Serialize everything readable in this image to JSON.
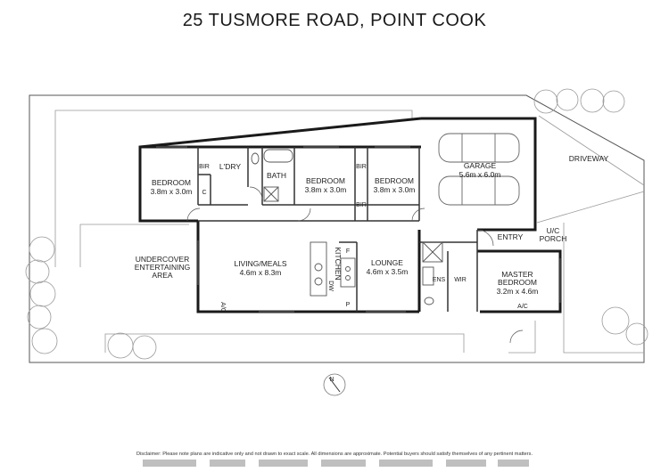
{
  "title": "25 TUSMORE ROAD, POINT COOK",
  "rooms": {
    "bedroom_left": {
      "name": "BEDROOM",
      "dim": "3.8m x 3.0m"
    },
    "laundry": {
      "name": "L'DRY"
    },
    "bath": {
      "name": "BATH"
    },
    "bedroom_mid": {
      "name": "BEDROOM",
      "dim": "3.8m x 3.0m"
    },
    "bedroom_right": {
      "name": "BEDROOM",
      "dim": "3.8m x 3.0m"
    },
    "garage": {
      "name": "GARAGE",
      "dim": "5.6m x 6.0m"
    },
    "driveway": {
      "name": "DRIVEWAY"
    },
    "entry": {
      "name": "ENTRY"
    },
    "porch": {
      "line1": "U/C",
      "line2": "PORCH"
    },
    "undercover": {
      "line1": "UNDERCOVER",
      "line2": "ENTERTAINING",
      "line3": "AREA"
    },
    "living": {
      "name": "LIVING/MEALS",
      "dim": "4.6m x 8.3m"
    },
    "kitchen": {
      "name": "KITCHEN"
    },
    "lounge": {
      "name": "LOUNGE",
      "dim": "4.6m x 3.5m"
    },
    "master": {
      "line1": "MASTER",
      "line2": "BEDROOM",
      "dim": "3.2m x 4.6m"
    }
  },
  "fixtures": {
    "bir": "BIR",
    "c": "C",
    "f": "F",
    "p": "P",
    "dw": "DW",
    "ens": "ENS",
    "wir": "WIR",
    "ac": "A/C"
  },
  "compass": {
    "label": "N"
  },
  "disclaimer": "Disclaimer: Please note plans are indicative only and not drawn to exact scale. All dimensions are approximate. Potential buyers should satisfy themselves of any pertinent matters."
}
